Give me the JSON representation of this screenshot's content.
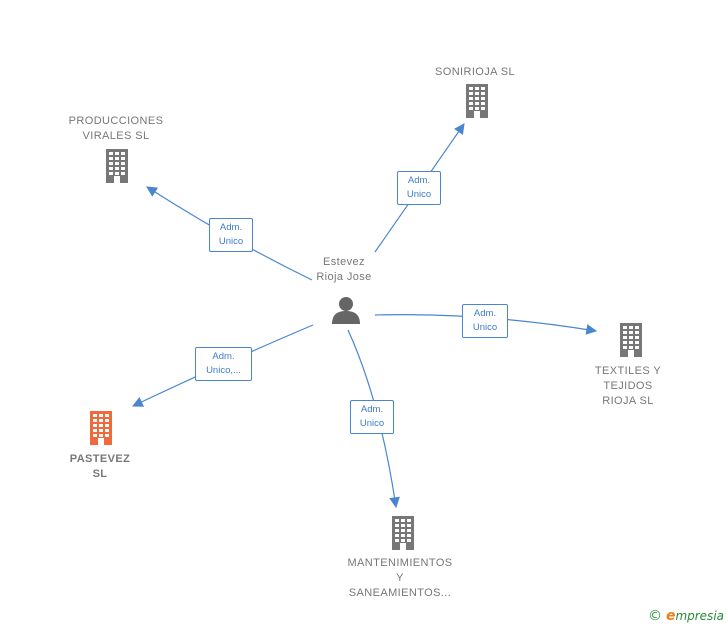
{
  "colors": {
    "edge": "#4a86d0",
    "company_icon": "#777777",
    "highlight_icon": "#f06a3c",
    "person_icon": "#666666"
  },
  "person": {
    "name": "Estevez\nRioja Jose",
    "icon": "person-icon"
  },
  "companies": [
    {
      "id": "sonirioja",
      "name": "SONIRIOJA  SL",
      "icon": "building-icon",
      "highlight": false
    },
    {
      "id": "producciones",
      "name": "PRODUCCIONES\nVIRALES  SL",
      "icon": "building-icon",
      "highlight": false
    },
    {
      "id": "textiles",
      "name": "TEXTILES Y\nTEJIDOS\nRIOJA  SL",
      "icon": "building-icon",
      "highlight": false
    },
    {
      "id": "pastevez",
      "name": "PASTEVEZ\nSL",
      "icon": "building-icon",
      "highlight": true
    },
    {
      "id": "mantenimientos",
      "name": "MANTENIMIENTOS\nY\nSANEAMIENTOS...",
      "icon": "building-icon",
      "highlight": false
    }
  ],
  "edges": [
    {
      "to": "sonirioja",
      "label": [
        "Adm.",
        "Unico"
      ]
    },
    {
      "to": "producciones",
      "label": [
        "Adm.",
        "Unico"
      ]
    },
    {
      "to": "textiles",
      "label": [
        "Adm.",
        "Unico"
      ]
    },
    {
      "to": "pastevez",
      "label": [
        "Adm.",
        "Unico,..."
      ]
    },
    {
      "to": "mantenimientos",
      "label": [
        "Adm.",
        "Unico"
      ]
    }
  ],
  "watermark": {
    "copyright": "©",
    "brand_initial": "e",
    "brand_rest": "mpresia"
  }
}
